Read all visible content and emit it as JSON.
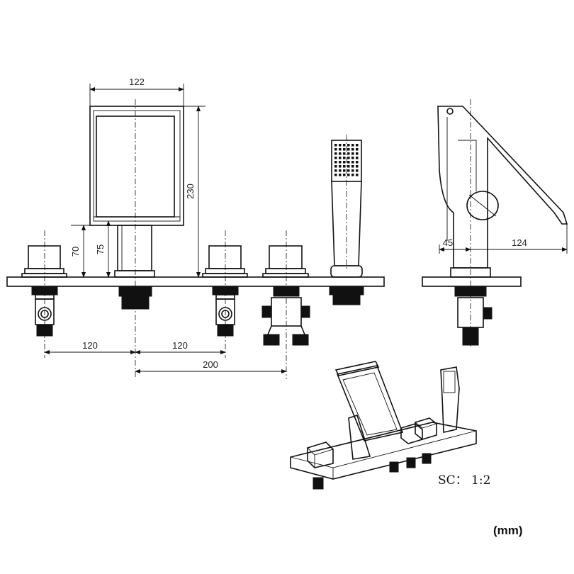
{
  "dimensions": {
    "width_top": "122",
    "height_total": "230",
    "h70": "70",
    "h75": "75",
    "spacing_left": "120",
    "spacing_right": "120",
    "spacing_200": "200",
    "side_45": "45",
    "side_124": "124"
  },
  "scale_label": "SC： 1:2",
  "unit_label": "(mm)"
}
